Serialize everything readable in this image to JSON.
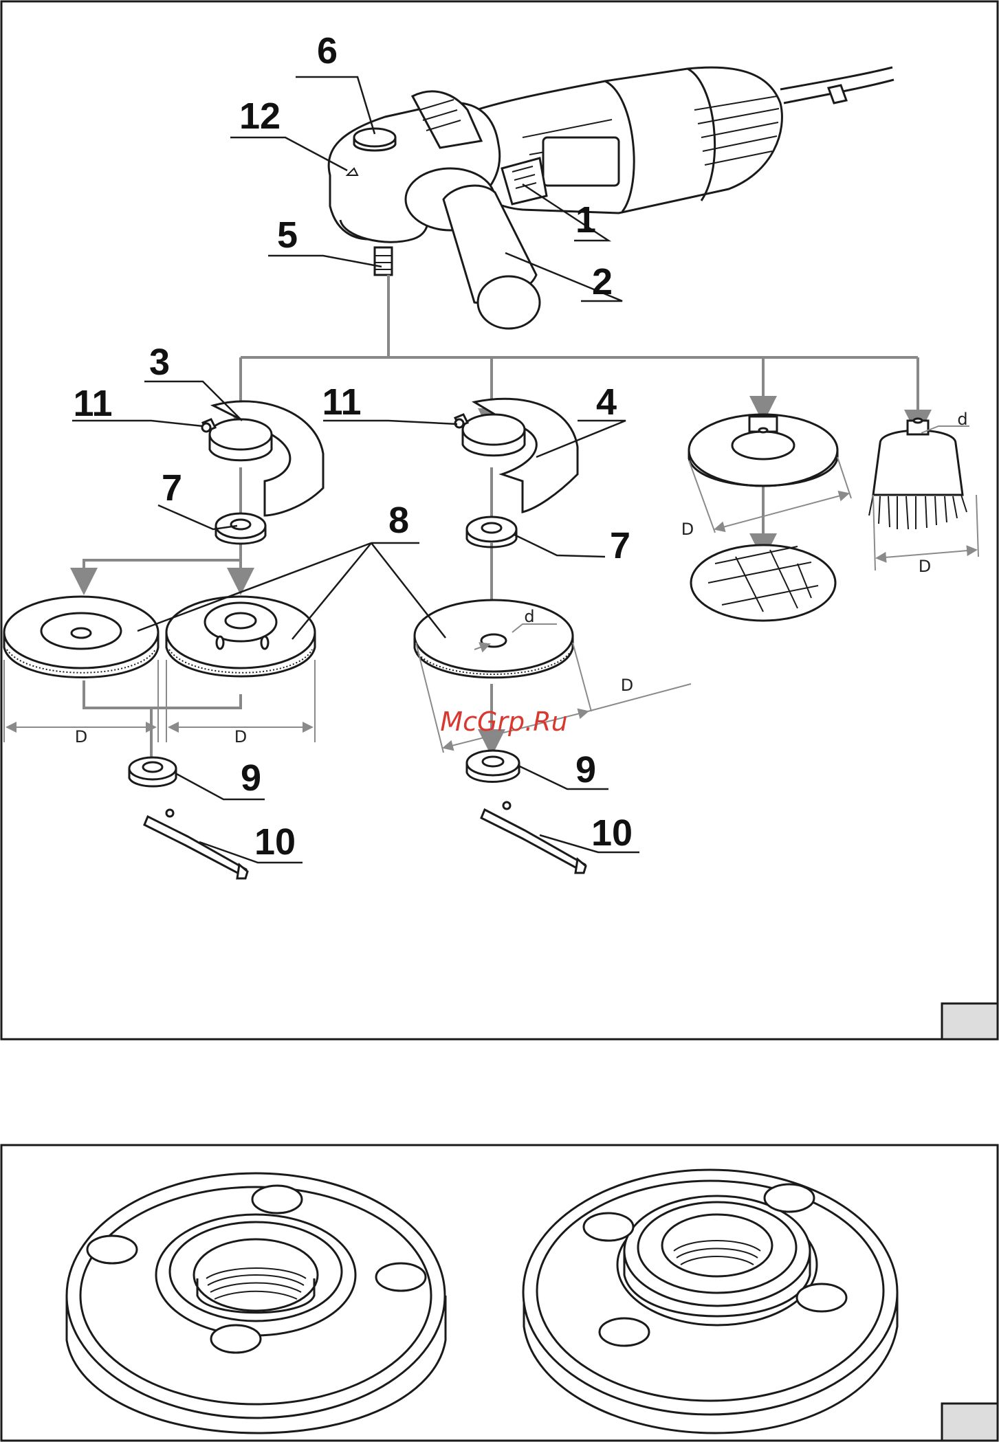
{
  "figure_1": {
    "callouts": {
      "c1": "1",
      "c2": "2",
      "c3": "3",
      "c4": "4",
      "c5": "5",
      "c6": "6",
      "c7a": "7",
      "c7b": "7",
      "c8": "8",
      "c9a": "9",
      "c9b": "9",
      "c10a": "10",
      "c10b": "10",
      "c11a": "11",
      "c11b": "11",
      "c12": "12"
    },
    "dimensions": {
      "D1": "D",
      "D2": "D",
      "D3": "D",
      "D4": "D",
      "D5": "D",
      "d1": "d",
      "d2": "d"
    },
    "watermark": "McGrp.Ru"
  },
  "colors": {
    "line": "#1a1a1a",
    "arrow": "#888888",
    "watermark": "#d9372f",
    "box_tab": "#dddddd"
  }
}
